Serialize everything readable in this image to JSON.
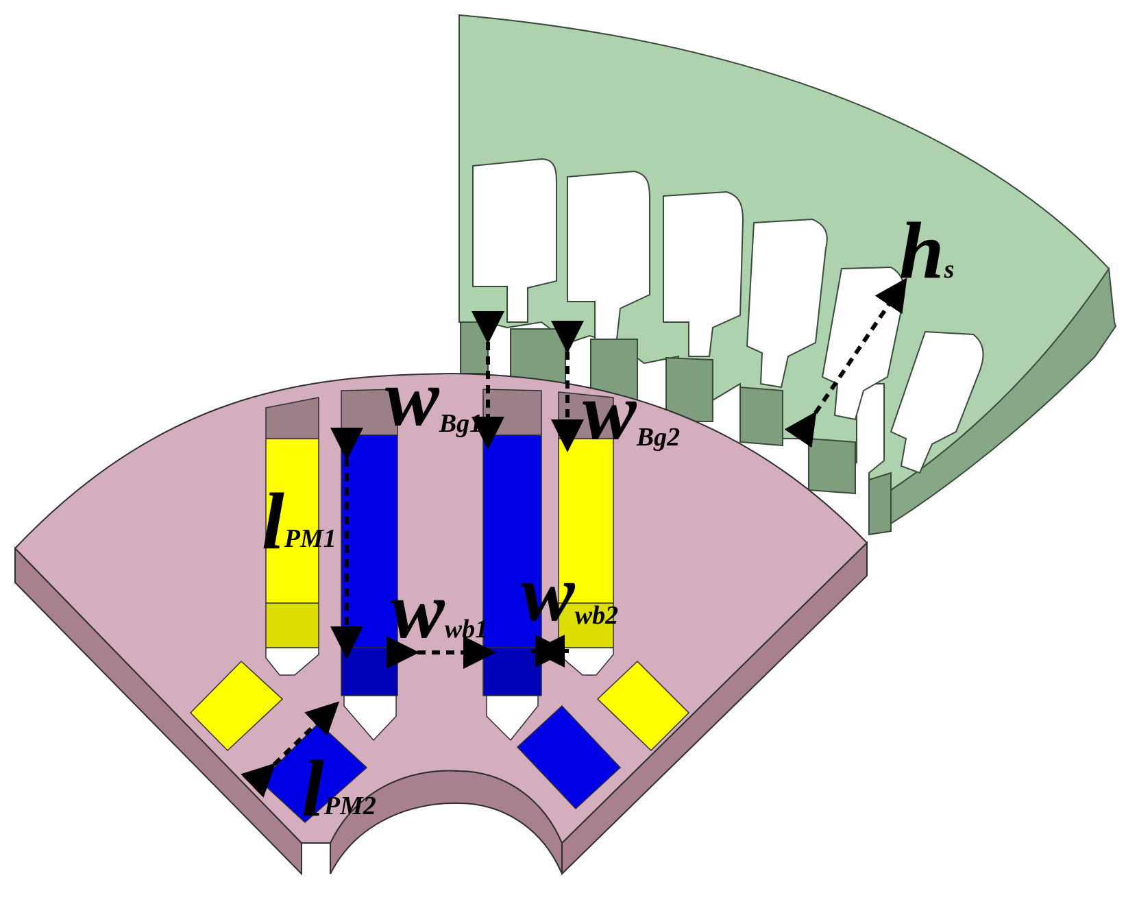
{
  "colors": {
    "stator_face": "#aed2ae",
    "stator_side": "#86a886",
    "stator_edge": "#3a4a3a",
    "slot_wall": "#7e9e7e",
    "rotor_face": "#d4aebe",
    "rotor_side": "#a8808f",
    "rotor_edge": "#2e2e2e",
    "barrier": "#9c8088",
    "magnet_yellow": "#ffff00",
    "magnet_yellow_dark": "#dede00",
    "magnet_blue": "#0000e6",
    "magnet_blue_dark": "#0000b8",
    "arrow": "#000000"
  },
  "labels": {
    "hs": {
      "main": "h",
      "sub": "s"
    },
    "wBg1": {
      "main": "w",
      "sub": "Bg1"
    },
    "wBg2": {
      "main": "w",
      "sub": "Bg2"
    },
    "lPM1": {
      "main": "l",
      "sub": "PM1"
    },
    "lPM2": {
      "main": "l",
      "sub": "PM2"
    },
    "wwb1": {
      "main": "w",
      "sub": "wb1"
    },
    "wwb2": {
      "main": "w",
      "sub": "wb2"
    }
  }
}
